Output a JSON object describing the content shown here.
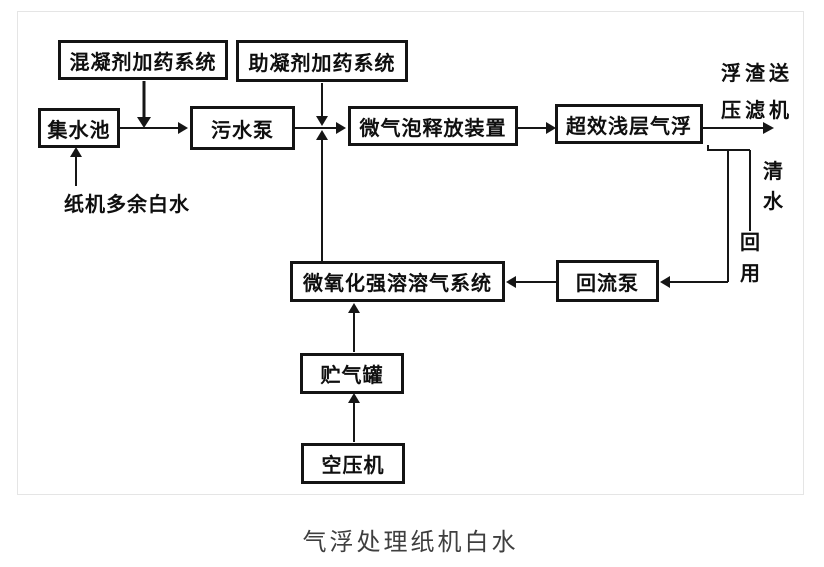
{
  "diagram": {
    "boxes": {
      "coagulant": "混凝剂加药系统",
      "coagulant_aid": "助凝剂加药系统",
      "collection_tank": "集水池",
      "sewage_pump": "污水泵",
      "microbubble_release": "微气泡释放装置",
      "shallow_flotation": "超效浅层气浮",
      "dissolved_air_system": "微氧化强溶溶气系统",
      "reflux_pump": "回流泵",
      "gas_tank": "贮气罐",
      "air_compressor": "空压机"
    },
    "labels": {
      "inlet": "纸机多余白水",
      "slag_top": "浮渣送",
      "slag_bottom": "压滤机",
      "clear_water": "清水",
      "reuse": "回用"
    },
    "caption": "气浮处理纸机白水",
    "colors": {
      "line": "#161616",
      "box_border": "#141414",
      "text": "#0f0f0f",
      "caption": "#3f3f3f",
      "page_border": "#e5e5e5",
      "background": "#ffffff"
    }
  }
}
